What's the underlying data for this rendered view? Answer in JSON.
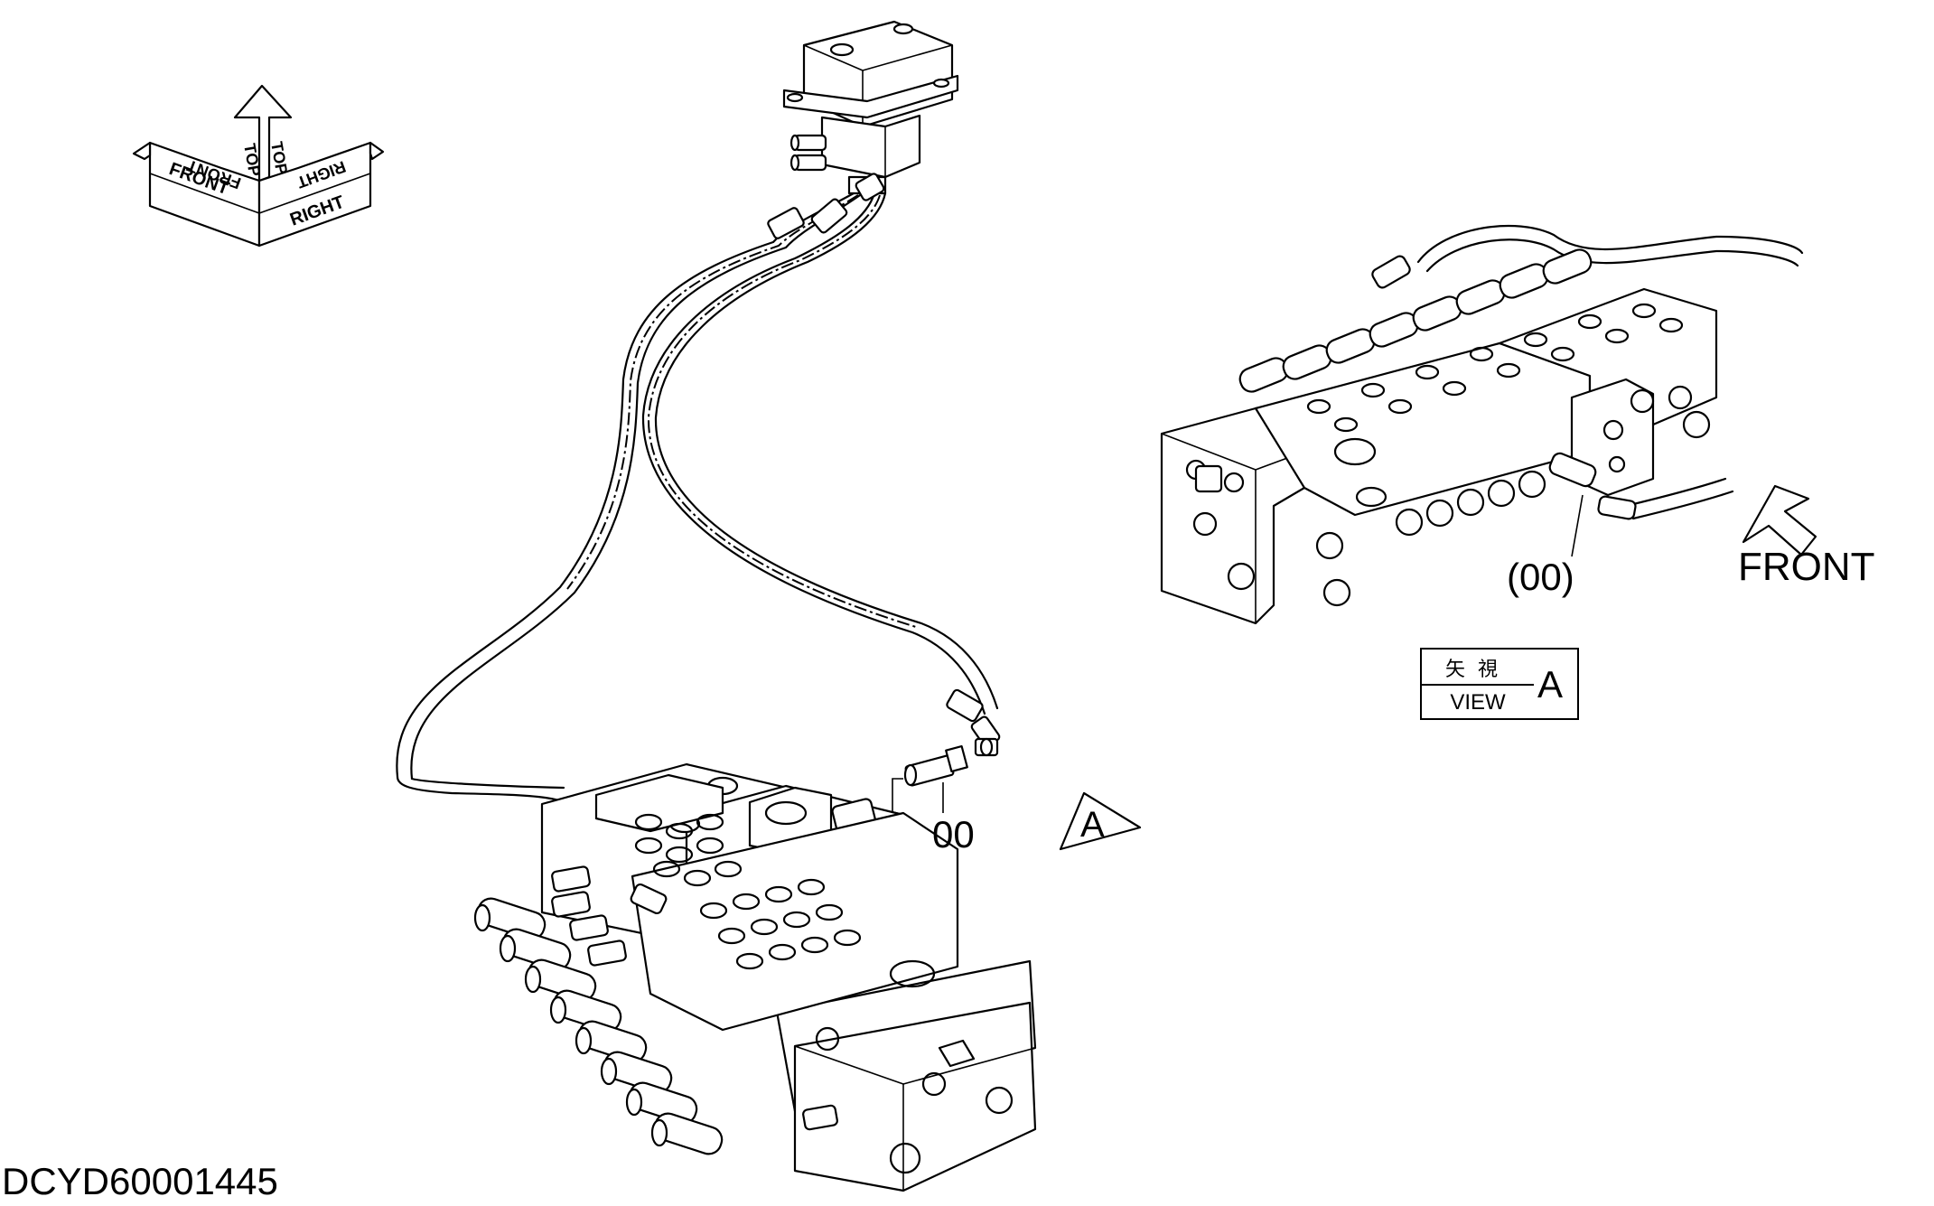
{
  "orientation_glyph": {
    "top": "TOP",
    "front": "FRONT",
    "right": "RIGHT"
  },
  "callouts": {
    "main_part": "00",
    "view_part": "(00)"
  },
  "view_marker": "A",
  "view_box": {
    "kanji": "矢視",
    "view": "VIEW",
    "letter": "A"
  },
  "front_label": "FRONT",
  "document_id": "DCYD60001445"
}
